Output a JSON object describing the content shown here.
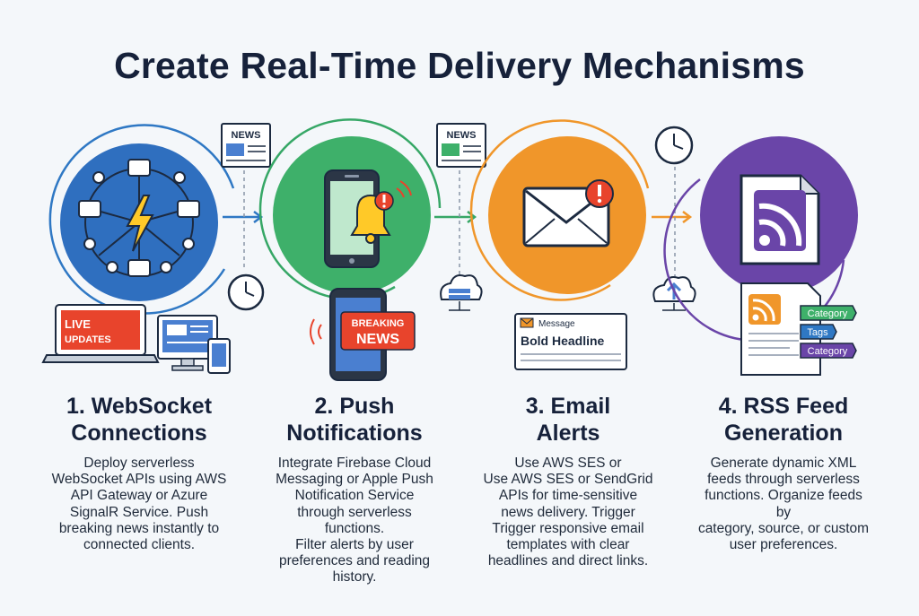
{
  "title": "Create Real-Time Delivery Mechanisms",
  "badges": {
    "news": "NEWS",
    "live": "LIVE",
    "updates": "UPDATES",
    "breaking": "BREAKING",
    "breaking_news": "NEWS",
    "message": "Message",
    "bold_headline": "Bold Headline",
    "category_1": "Category",
    "tags": "Tags",
    "category_2": "Category"
  },
  "steps": [
    {
      "title": "1. WebSocket\nConnections",
      "description": "Deploy serverless\nWebSocket APIs using AWS\nAPI Gateway or Azure\nSignalR Service. Push\nbreaking news instantly to\nconnected clients.",
      "color": "#2f6fbf"
    },
    {
      "title": "2. Push\nNotifications",
      "description": "Integrate Firebase Cloud\nMessaging or Apple Push\nNotification Service\nthrough serverless\nfunctions.\nFilter alerts by user\npreferences and reading\nhistory.",
      "color": "#3eb06a"
    },
    {
      "title": "3. Email\nAlerts",
      "description": "Use AWS SES or\nUse AWS SES or SendGrid\nAPIs for time-sensitive\nnews delivery. Trigger\nTrigger responsive email\ntemplates with clear\nheadlines and direct links.",
      "color": "#f0962a"
    },
    {
      "title": "4. RSS Feed\nGeneration",
      "description": "Generate dynamic XML\nfeeds through serverless\nfunctions. Organize feeds\nby\ncategory, source, or custom\nuser preferences.",
      "color": "#6a45a8"
    }
  ],
  "icons": [
    "websocket-network-icon",
    "lightning-icon",
    "newspaper-icon",
    "clock-icon",
    "laptop-icon",
    "monitor-icon",
    "tablet-icon",
    "smartphone-icon",
    "bell-icon",
    "alert-icon",
    "cloud-server-icon",
    "envelope-icon",
    "cloud-upload-icon",
    "rss-document-icon",
    "rss-icon"
  ]
}
